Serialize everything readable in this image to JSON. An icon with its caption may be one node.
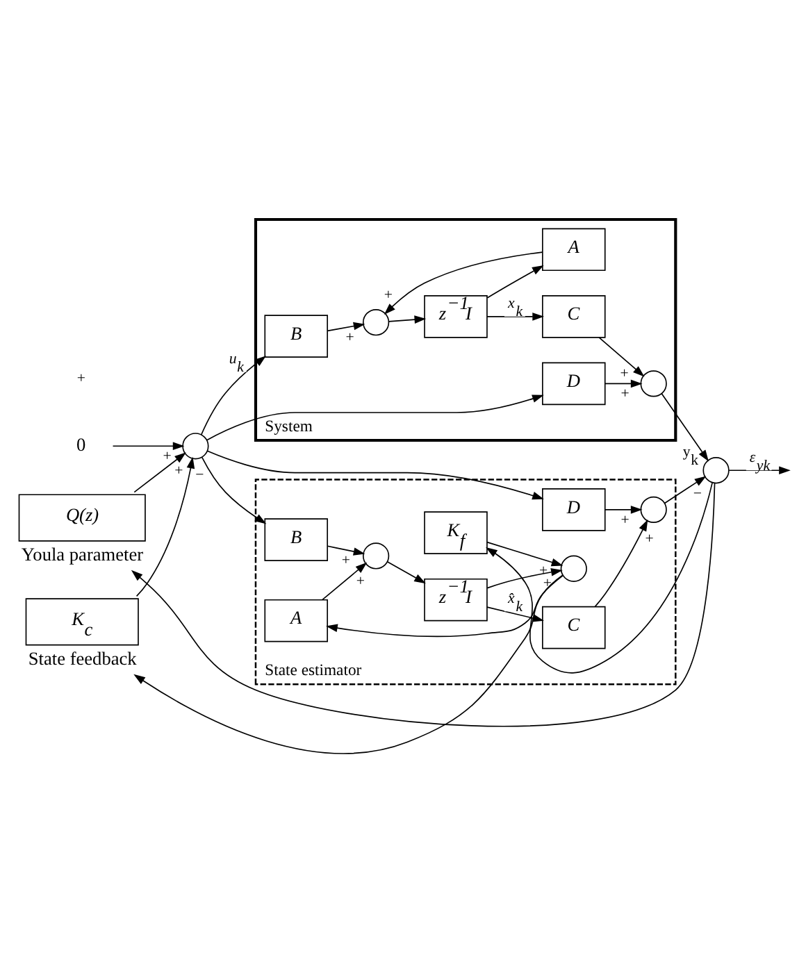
{
  "diagram": {
    "nodes": [
      {
        "text": [
          "0"
        ]
      },
      {
        "text": [
          "Q(z)"
        ],
        "beside": [
          "Youla parameter"
        ]
      },
      {
        "text": [],
        "shape": "circle"
      },
      {
        "text": [
          "System"
        ]
      },
      {
        "text": [
          "B"
        ],
        "in": 3
      },
      {
        "text": [],
        "shape": "circle",
        "in": 3
      },
      {
        "text": [
          "z$^{−1}$I"
        ],
        "in": 3
      },
      {
        "text": [
          "C"
        ],
        "in": 3
      },
      {
        "text": [],
        "shape": "circle",
        "in": 3
      },
      {
        "text": [
          "A"
        ],
        "in": 3
      },
      {
        "text": [
          "D"
        ],
        "in": 3
      },
      {
        "text": [],
        "shape": "circle"
      },
      {
        "text": [
          "State estimator"
        ]
      },
      {
        "text": [
          "D"
        ],
        "in": 12
      },
      {
        "text": [
          "B"
        ],
        "in": 12
      },
      {
        "text": [],
        "shape": "circle",
        "in": 12
      },
      {
        "text": [
          "z$^{−1}$I"
        ],
        "in": 12
      },
      {
        "text": [
          "C"
        ],
        "in": 12
      },
      {
        "text": [],
        "shape": "circle",
        "in": 12
      },
      {
        "text": [],
        "shape": "circle",
        "in": 12
      },
      {
        "text": [
          "K$_{f}$"
        ],
        "in": 12
      },
      {
        "text": [
          "A"
        ],
        "in": 12
      },
      {
        "text": [
          "K$_{c}$"
        ],
        "beside": [
          "State feedback"
        ]
      }
    ],
    "edges": [
      {
        "from": 0,
        "to": 2,
        "arrow": "to",
        "label": "+"
      },
      {
        "from": 1,
        "to": 2,
        "arrow": "to",
        "label": "+"
      },
      {
        "from": 22,
        "to": 2,
        "arrow": "to",
        "label": "−"
      },
      {
        "from": 2,
        "to": 4,
        "arrow": "to",
        "label": "u$_{k}$"
      },
      {
        "from": 2,
        "to": 10,
        "arrow": "to"
      },
      {
        "from": 2,
        "to": 14,
        "arrow": "to"
      },
      {
        "from": 2,
        "to": 13,
        "arrow": "to"
      },
      {
        "from": 4,
        "to": 5,
        "arrow": "to",
        "label": "+"
      },
      {
        "from": 9,
        "to": 5,
        "arrow": "to",
        "label": "+"
      },
      {
        "from": 5,
        "to": 6,
        "arrow": "to"
      },
      {
        "from": 6,
        "to": 7,
        "arrow": "to",
        "label": "x$_{k}$"
      },
      {
        "from": 6,
        "to": 9,
        "arrow": "to"
      },
      {
        "from": 7,
        "to": 8,
        "arrow": "to",
        "label": "+"
      },
      {
        "from": 10,
        "to": 8,
        "arrow": "to",
        "label": "+"
      },
      {
        "from": 8,
        "to": 11,
        "arrow": "to",
        "label": "y$_{k}$"
      },
      {
        "from": 18,
        "to": 11,
        "arrow": "to",
        "label": "−"
      },
      {
        "from": 11,
        "to": null,
        "arrow": "to",
        "label": "ε$_{yk}$"
      },
      {
        "from": 11,
        "to": 1,
        "arrow": "to"
      },
      {
        "from": 11,
        "to": 20,
        "arrow": "to"
      },
      {
        "from": 14,
        "to": 15,
        "arrow": "to",
        "label": "+"
      },
      {
        "from": 21,
        "to": 15,
        "arrow": "to",
        "label": "+"
      },
      {
        "from": 15,
        "to": 16,
        "arrow": "to"
      },
      {
        "from": 16,
        "to": 17,
        "arrow": "to",
        "label": "x̂$_{k}$"
      },
      {
        "from": 16,
        "to": 19,
        "arrow": "to",
        "label": "+"
      },
      {
        "from": 17,
        "to": 18,
        "arrow": "to",
        "label": "+"
      },
      {
        "from": 13,
        "to": 18,
        "arrow": "to",
        "label": "+"
      },
      {
        "from": 20,
        "to": 19,
        "arrow": "to",
        "label": "+"
      },
      {
        "from": 19,
        "to": 21,
        "arrow": "to"
      },
      {
        "from": 19,
        "to": 22,
        "arrow": "to"
      }
    ],
    "labels": [
      "+"
    ]
  }
}
